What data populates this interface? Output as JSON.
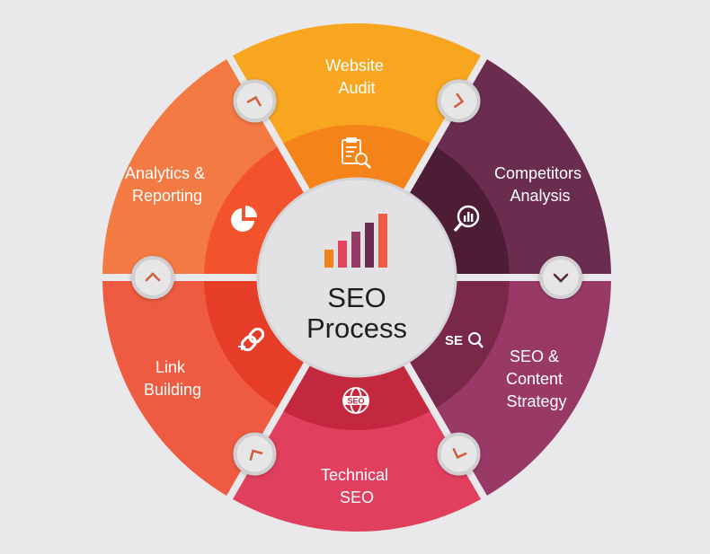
{
  "center": {
    "title_line1": "SEO",
    "title_line2": "Process"
  },
  "segments": [
    {
      "id": "website-audit",
      "label_line1": "Website",
      "label_line2": "Audit",
      "label_line3": "",
      "color_outer": "#f8a61f",
      "color_inner": "#f4841a",
      "icon": "audit-report-icon"
    },
    {
      "id": "competitors-analysis",
      "label_line1": "Competitors",
      "label_line2": "Analysis",
      "label_line3": "",
      "color_outer": "#6b2d4f",
      "color_inner": "#4d1d36",
      "icon": "magnifier-chart-icon"
    },
    {
      "id": "seo-content-strategy",
      "label_line1": "SEO &",
      "label_line2": "Content",
      "label_line3": "Strategy",
      "color_outer": "#993966",
      "color_inner": "#7a2848",
      "icon": "seo-search-icon"
    },
    {
      "id": "technical-seo",
      "label_line1": "Technical",
      "label_line2": "SEO",
      "label_line3": "",
      "color_outer": "#e13f5e",
      "color_inner": "#c4283f",
      "icon": "globe-seo-icon"
    },
    {
      "id": "link-building",
      "label_line1": "Link",
      "label_line2": "Building",
      "label_line3": "",
      "color_outer": "#ef5b40",
      "color_inner": "#e53d27",
      "icon": "chain-link-icon"
    },
    {
      "id": "analytics-reporting",
      "label_line1": "Analytics &",
      "label_line2": "Reporting",
      "label_line3": "",
      "color_outer": "#f47a43",
      "color_inner": "#f2522c",
      "icon": "pie-chart-icon"
    }
  ],
  "icon_texts": {
    "seo_icon_text": "SE",
    "globe_badge_text": "SEO"
  },
  "colors": {
    "background": "#e9e9eb",
    "center": "#e2e2e4",
    "connector": "#e6e6e6",
    "connector_ring": "#cfcfd1",
    "arrow": "#d06040"
  }
}
